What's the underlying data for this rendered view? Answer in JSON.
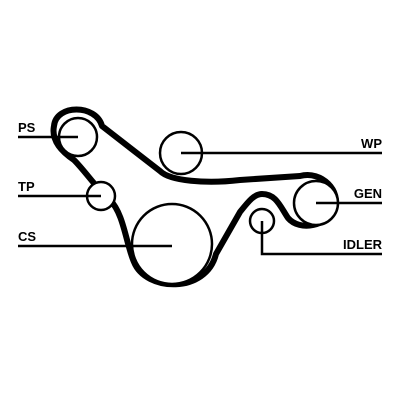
{
  "diagram": {
    "labels": {
      "ps": "PS",
      "tp": "TP",
      "cs": "CS",
      "wp": "WP",
      "gen": "GEN",
      "idler": "IDLER"
    },
    "colors": {
      "belt": "#000000",
      "background": "#ffffff"
    }
  }
}
